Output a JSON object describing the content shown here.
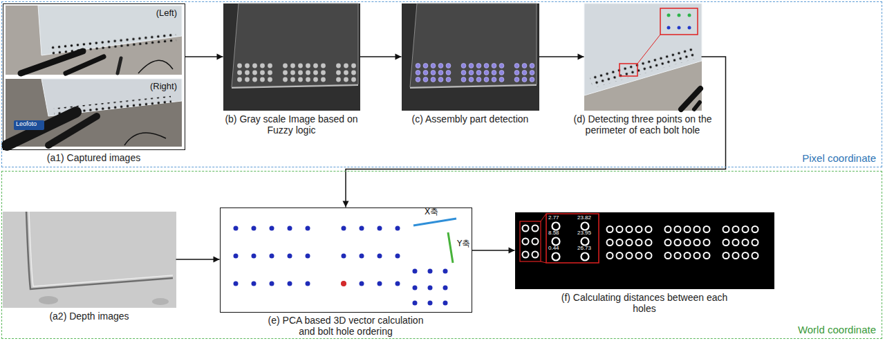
{
  "diagram": {
    "nodes": [
      {
        "text": [
          "Pixel coordinate"
        ]
      },
      {
        "text": [
          "(a1) Captured images"
        ],
        "in": 0
      },
      {
        "text": [
          "(Left)"
        ],
        "in": 1
      },
      {
        "text": [
          "(Right)"
        ],
        "in": 1
      },
      {
        "text": [
          "(b) Gray scale Image based on Fuzzy logic"
        ],
        "in": 0
      },
      {
        "text": [
          "(c) Assembly part detection"
        ],
        "in": 0
      },
      {
        "text": [
          "(d) Detecting three points on the perimeter of each bolt hole"
        ],
        "in": 0
      },
      {
        "text": [
          "World coordinate"
        ]
      },
      {
        "text": [
          "(a2) Depth images"
        ],
        "in": 7
      },
      {
        "text": [
          "(e) PCA based 3D vector calculation and bolt hole ordering"
        ],
        "in": 7
      },
      {
        "text": [
          "(f) Calculating distances between each holes"
        ],
        "in": 7
      }
    ],
    "edges": [
      {
        "from": 1,
        "to": 4,
        "arrow": "to"
      },
      {
        "from": 4,
        "to": 5,
        "arrow": "to"
      },
      {
        "from": 5,
        "to": 6,
        "arrow": "to"
      },
      {
        "from": 6,
        "to": 9,
        "arrow": "to"
      },
      {
        "from": 8,
        "to": 9,
        "arrow": "to"
      },
      {
        "from": 9,
        "to": 10,
        "arrow": "to"
      }
    ],
    "labels": [
      "Leofoto",
      "X축",
      "Y축",
      "2.77",
      "23.82",
      "8.58",
      "23.95",
      "0.44",
      "26.73"
    ]
  }
}
